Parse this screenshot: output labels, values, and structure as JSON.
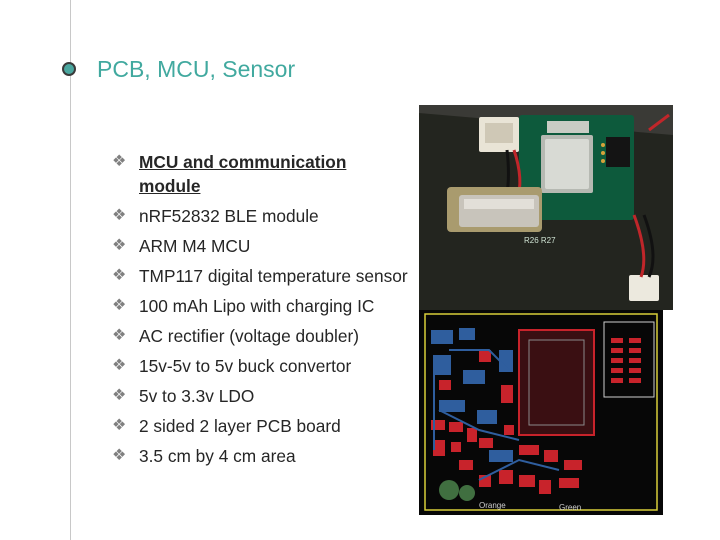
{
  "slide": {
    "title": "PCB, MCU, Sensor",
    "bullet_glyph": "❖",
    "bullets": [
      {
        "text": "MCU and communication module",
        "style": "bold-underline"
      },
      {
        "text": "nRF52832 BLE module"
      },
      {
        "text": "ARM M4 MCU"
      },
      {
        "text": "TMP117 digital temperature sensor"
      },
      {
        "text": "100 mAh Lipo with charging IC"
      },
      {
        "text": "AC rectifier (voltage doubler)"
      },
      {
        "text": "15v-5v to 5v buck convertor"
      },
      {
        "text": "5v to 3.3v LDO"
      },
      {
        "text": "2 sided 2 layer PCB board"
      },
      {
        "text": "3.5 cm by 4 cm area"
      }
    ]
  },
  "images": {
    "photo": {
      "silkscreen": "R26 R27"
    },
    "layout": {
      "labels": [
        "Orange",
        "Green"
      ]
    }
  },
  "colors": {
    "accent": "#41a99f",
    "text": "#262626",
    "bullet": "#808080",
    "rule": "#c8c8c8"
  }
}
